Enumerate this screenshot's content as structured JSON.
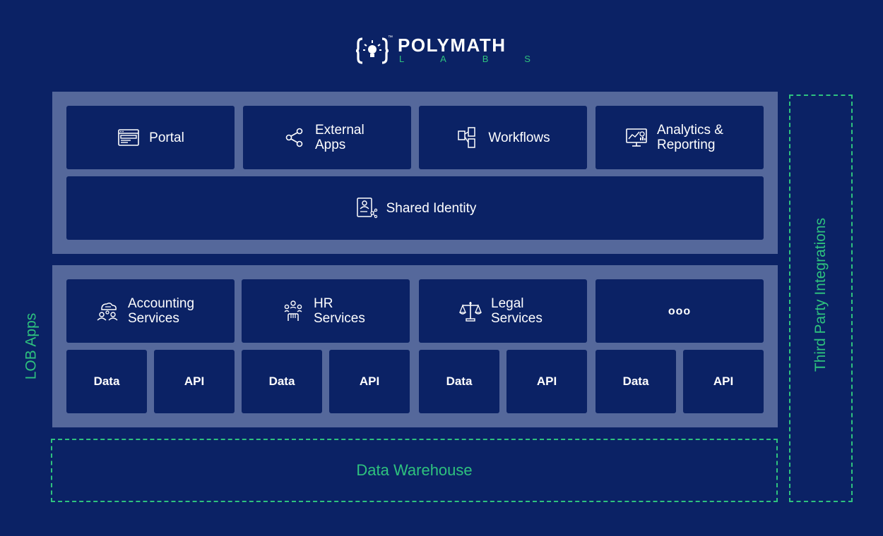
{
  "brand": {
    "name": "POLYMATH",
    "sub": [
      "L",
      "A",
      "B",
      "S"
    ],
    "tm": "™"
  },
  "colors": {
    "background": "#0b2265",
    "panel": "#55689b",
    "accent_green": "#2ec27e"
  },
  "top_layer": {
    "portal": "Portal",
    "external_apps": "External Apps",
    "workflows": "Workflows",
    "analytics_reporting": "Analytics & Reporting",
    "shared_identity": "Shared Identity"
  },
  "services": {
    "accounting": "Accounting Services",
    "hr": "HR Services",
    "legal": "Legal Services",
    "more": "ooo"
  },
  "data_api": {
    "data": "Data",
    "api": "API"
  },
  "side_labels": {
    "lob_apps": "LOB Apps",
    "third_party": "Third Party Integrations",
    "data_warehouse": "Data Warehouse"
  }
}
